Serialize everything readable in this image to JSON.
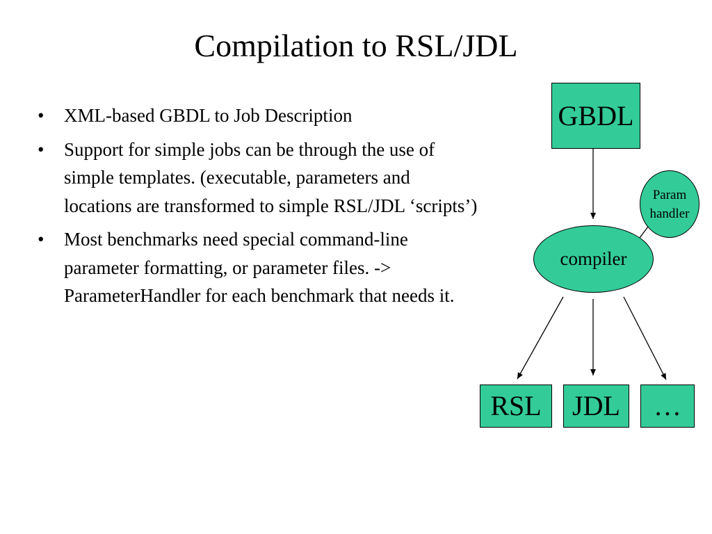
{
  "slide": {
    "title": "Compilation to RSL/JDL",
    "bullets": [
      "XML-based GBDL to Job Description",
      "Support for simple jobs can be through the use of simple templates. (executable, parameters and locations are transformed to simple RSL/JDL ‘scripts’)",
      "Most benchmarks need special command-line parameter formatting, or parameter files. -> ParameterHandler for each benchmark that needs it."
    ]
  },
  "diagram": {
    "source_label": "GBDL",
    "compiler_label": "compiler",
    "param_handler_label_line1": "Param",
    "param_handler_label_line2": "handler",
    "outputs": [
      "RSL",
      "JDL",
      "…"
    ],
    "node_fill": "#33cc99"
  }
}
